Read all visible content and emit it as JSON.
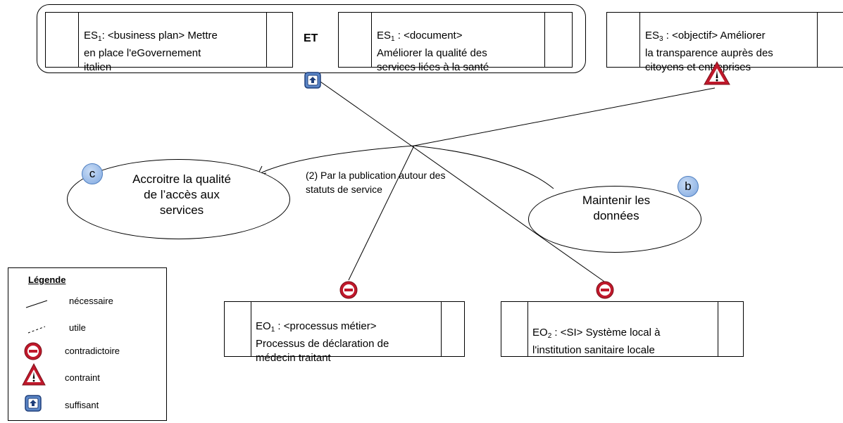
{
  "strategic_group": {
    "connector_label": "ET",
    "es1_business": {
      "prefix": "ES",
      "sub": "1",
      "text": ": <business plan> Mettre\nen place l'eGovernement\nitalien"
    },
    "es1_document": {
      "prefix": "ES",
      "sub": "1",
      "text": " : <document>\nAméliorer la qualité des\nservices liées  à la santé"
    }
  },
  "es3_objective": {
    "prefix": "ES",
    "sub": "3",
    "text": " :  <objectif> Améliorer\nla transparence auprès des\ncitoyens et entreprises"
  },
  "eo1": {
    "prefix": "EO",
    "sub": "1",
    "text": " : <processus métier>\nProcessus de déclaration de\nmédecin traitant"
  },
  "eo2": {
    "prefix": "EO",
    "sub": "2",
    "text": " : <SI> Système local à\nl'institution sanitaire locale"
  },
  "goal_c": {
    "badge": "c",
    "text": "Accroitre la qualité\nde l’accès aux\nservices"
  },
  "goal_b": {
    "badge": "b",
    "text": "Maintenir les\ndonnées"
  },
  "link_note": "(2) Par la publication autour des\nstatuts de service",
  "legend": {
    "title": "Légende",
    "items": [
      "nécessaire",
      "utile",
      "contradictoire",
      "contraint",
      "suffisant"
    ]
  },
  "colors": {
    "contradictory_red": "#c0182b",
    "sufficient_blue": "#1f3f7a",
    "badge_blue": "#8fb4e6"
  }
}
